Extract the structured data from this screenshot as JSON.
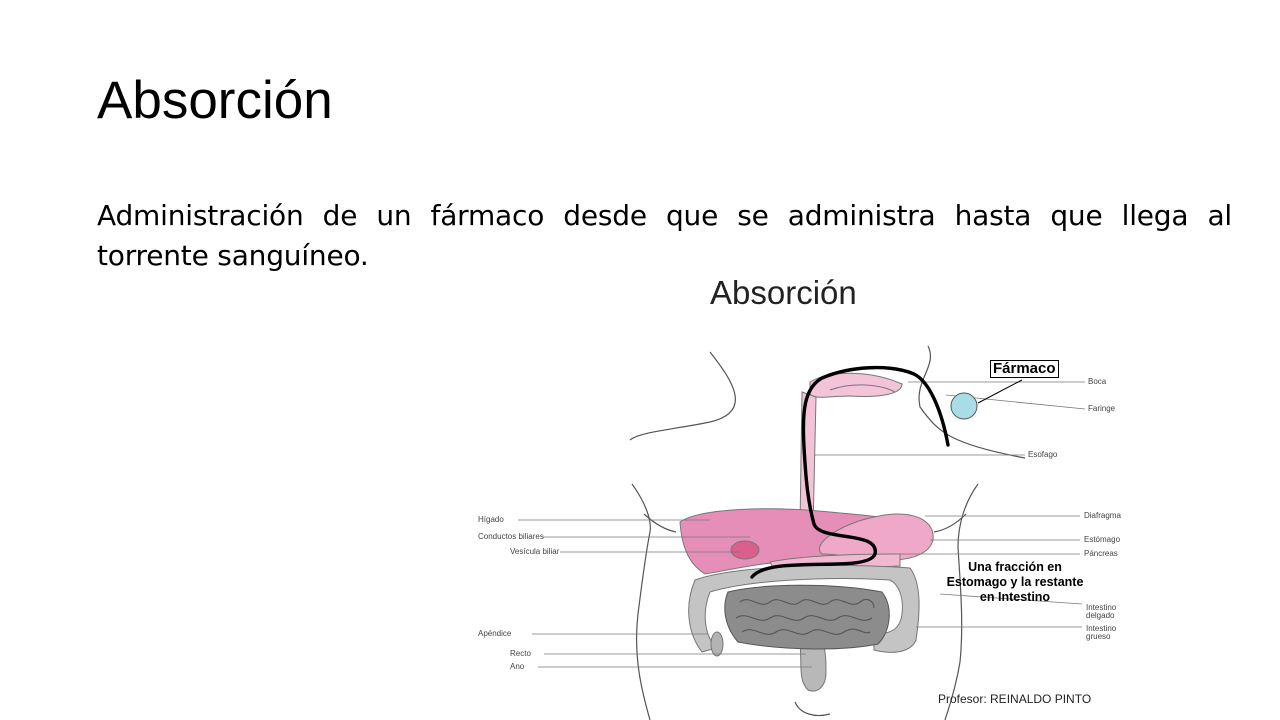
{
  "slide": {
    "title": "Absorción",
    "body": "Administración de un fármaco desde que se administra hasta que llega al torrente sanguíneo."
  },
  "figure": {
    "title": "Absorción",
    "drug_label": "Fármaco",
    "fraction_note": "Una fracción en Estomago y la restante en Intestino",
    "credit": "Profesor: REINALDO PINTO",
    "labels_right": {
      "boca": "Boca",
      "faringe": "Faringe",
      "esofago": "Esofago",
      "diafragma": "Diafragma",
      "estomago": "Estómago",
      "pancreas": "Páncreas",
      "intestino_delgado_1": "Intestino",
      "intestino_delgado_2": "delgado",
      "intestino_grueso_1": "Intestino",
      "intestino_grueso_2": "grueso"
    },
    "labels_left": {
      "higado": "Hígado",
      "conductos": "Conductos biliares",
      "vesicula": "Vesícula biliar",
      "apendice": "Apéndice",
      "recto": "Recto",
      "ano": "Ano"
    },
    "colors": {
      "liver": "#e58fb8",
      "stomach": "#f0a8c8",
      "small_intestine": "#8c8c8c",
      "large_intestine": "#c4c4c4",
      "drug_pill": "#a8dde6",
      "drug_path": "#000000"
    }
  }
}
